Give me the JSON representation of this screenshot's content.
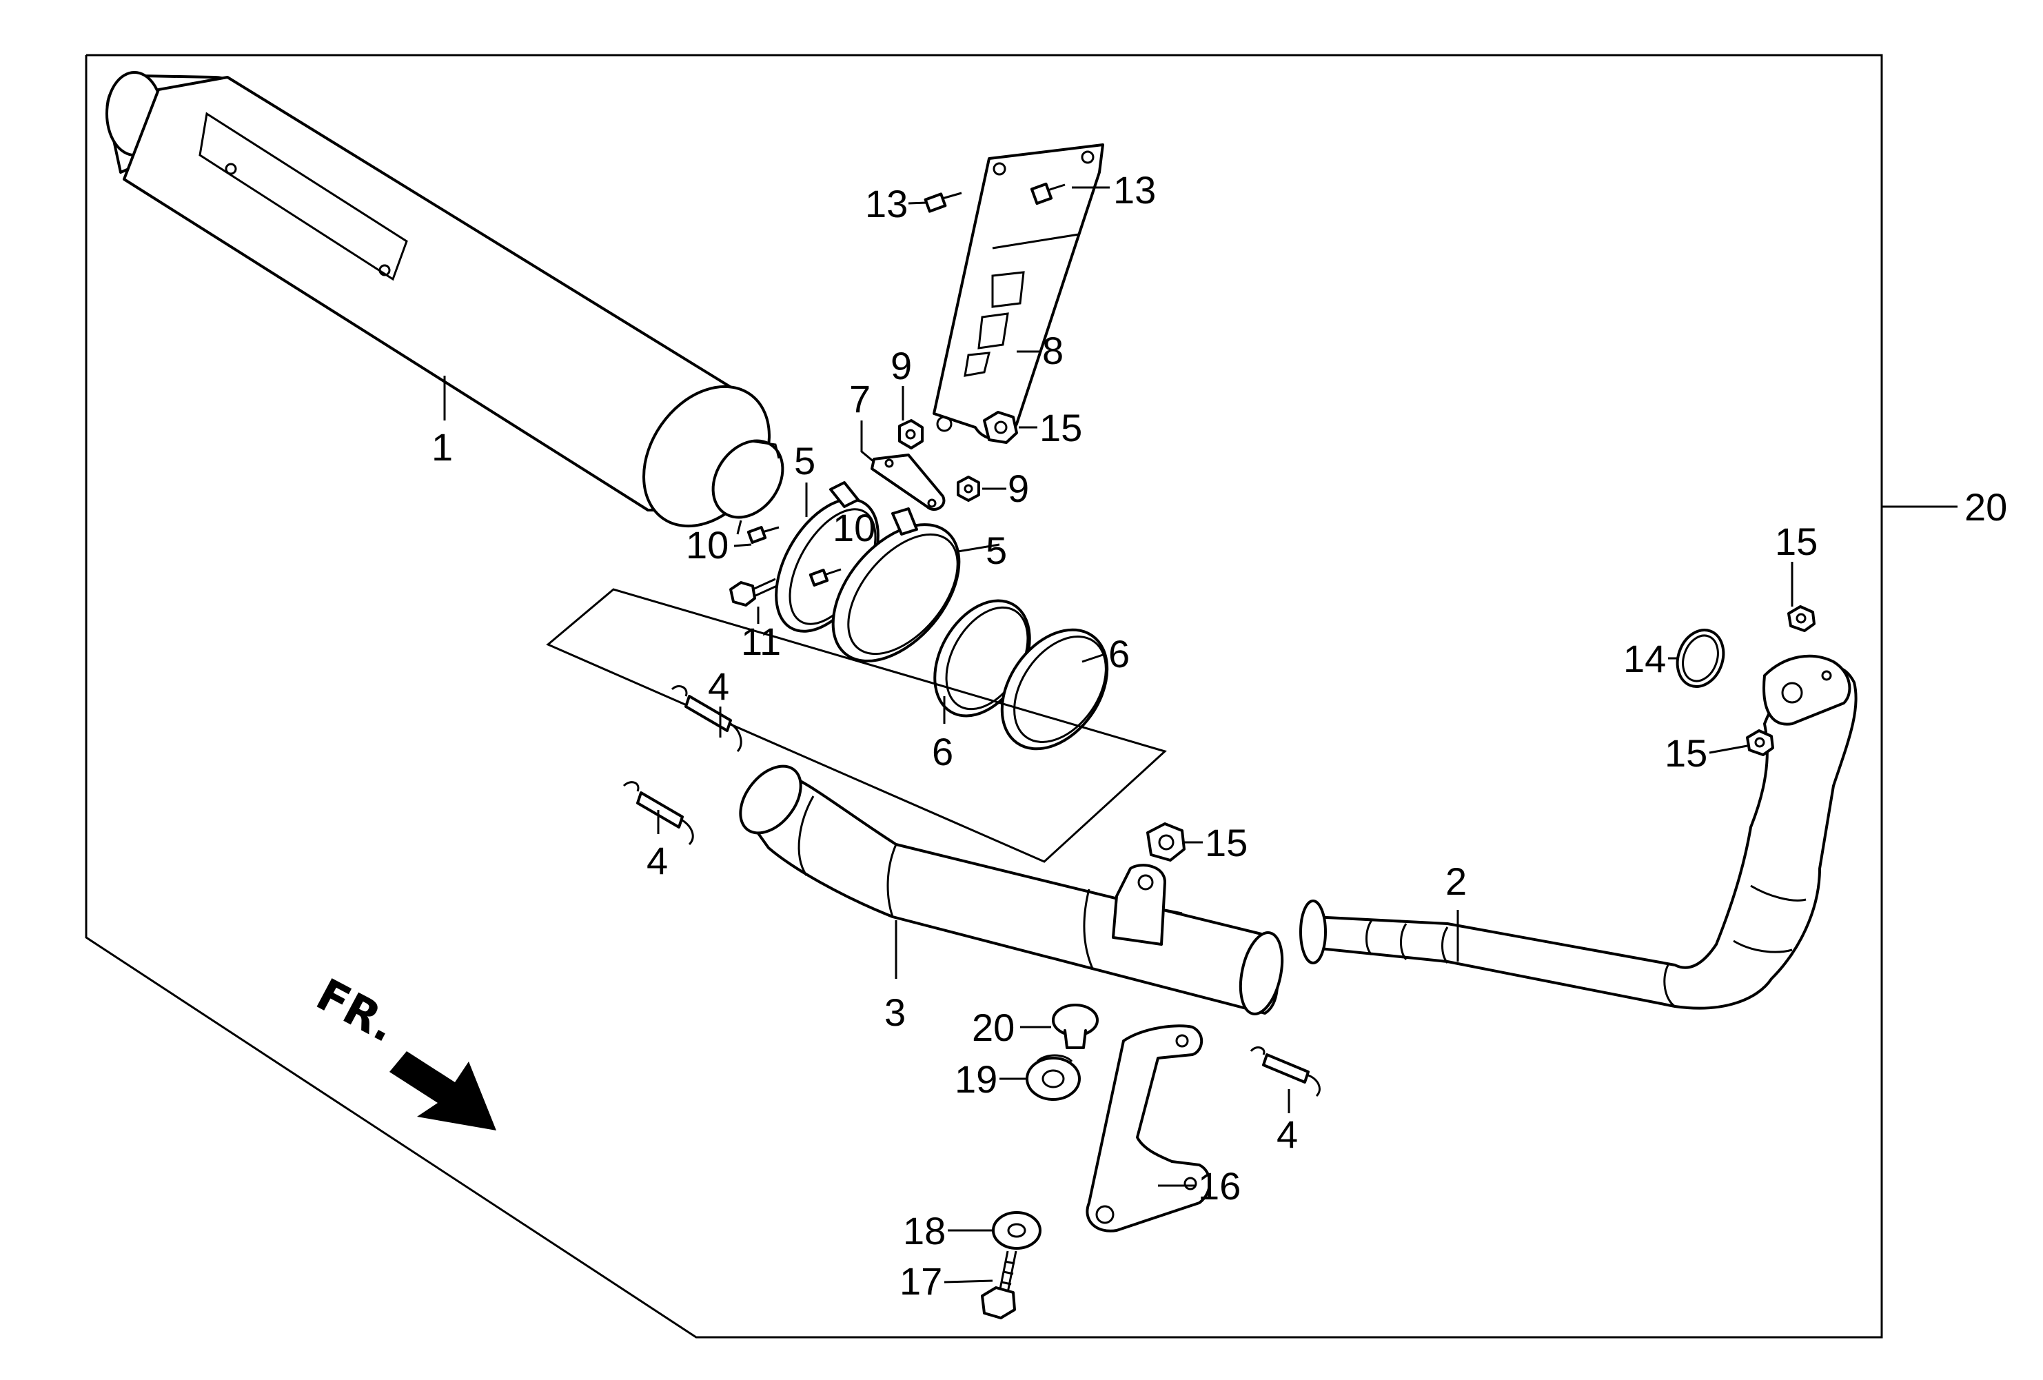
{
  "diagram": {
    "callouts": {
      "c1": "1",
      "c2": "2",
      "c3": "3",
      "c4a": "4",
      "c4b": "4",
      "c4c": "4",
      "c5a": "5",
      "c5b": "5",
      "c6a": "6",
      "c6b": "6",
      "c7": "7",
      "c8": "8",
      "c9a": "9",
      "c9b": "9",
      "c10a": "10",
      "c10b": "10",
      "c11": "11",
      "c13a": "13",
      "c13b": "13",
      "c14": "14",
      "c15a": "15",
      "c15b": "15",
      "c15c": "15",
      "c15d": "15",
      "c16": "16",
      "c17": "17",
      "c18": "18",
      "c19": "19",
      "c20a": "20",
      "c20b": "20"
    },
    "direction_label": "FR."
  }
}
